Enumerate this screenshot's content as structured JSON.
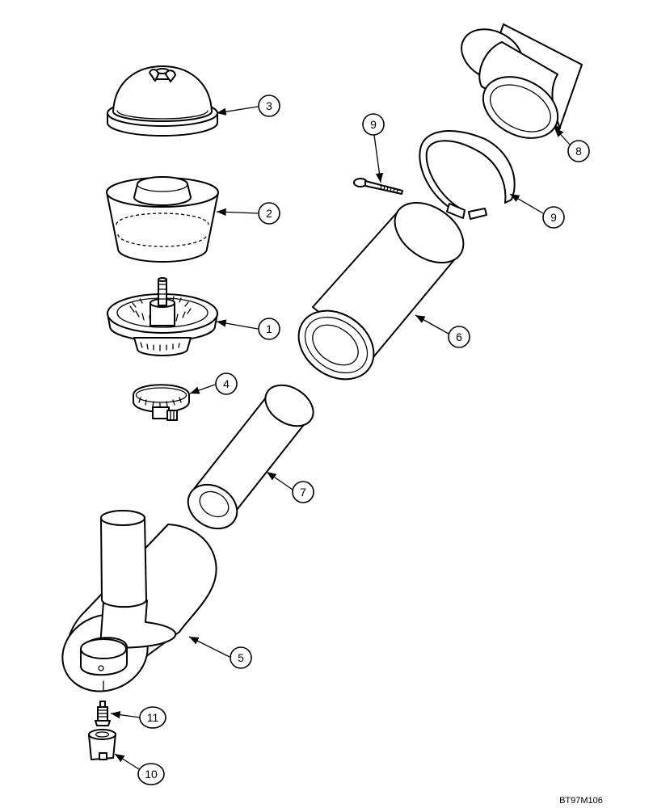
{
  "callouts": [
    {
      "label": "3"
    },
    {
      "label": "2"
    },
    {
      "label": "1"
    },
    {
      "label": "4"
    },
    {
      "label": "5"
    },
    {
      "label": "11"
    },
    {
      "label": "10"
    },
    {
      "label": "7"
    },
    {
      "label": "6"
    },
    {
      "label": "9"
    },
    {
      "label": "9"
    },
    {
      "label": "8"
    }
  ],
  "drawing_code": "BT97M106"
}
